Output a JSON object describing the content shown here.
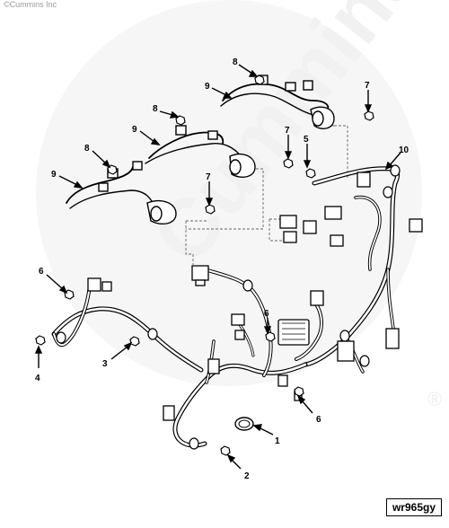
{
  "copyright": "©Cummins Inc",
  "watermark": {
    "brand": "Cummins",
    "registered": "®"
  },
  "figure_ref": "wr965gy",
  "callouts": [
    "1",
    "2",
    "3",
    "4",
    "5",
    "6",
    "6",
    "6",
    "7",
    "7",
    "7",
    "8",
    "8",
    "8",
    "9",
    "9",
    "9",
    "10"
  ]
}
